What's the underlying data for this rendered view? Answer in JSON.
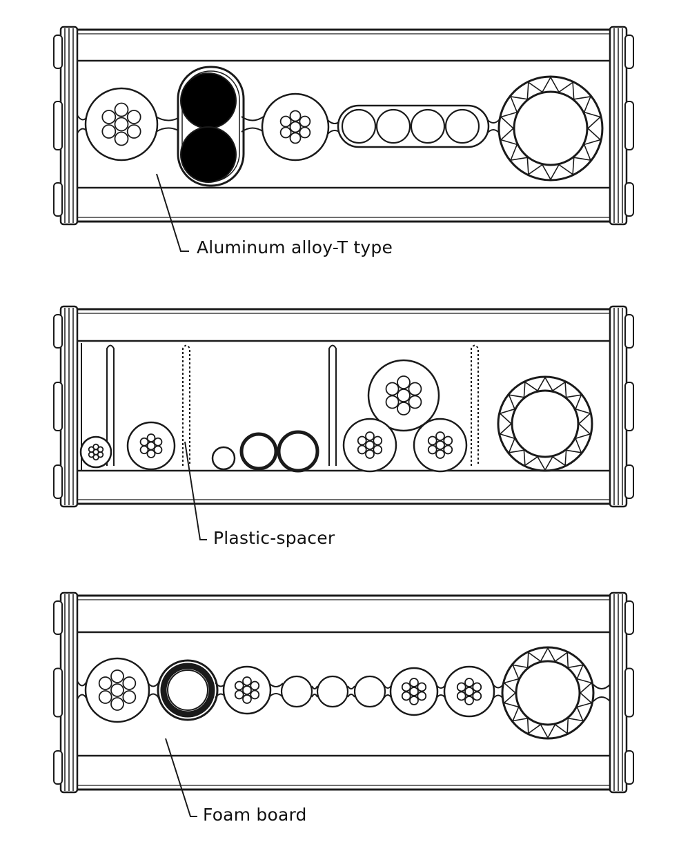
{
  "colors": {
    "ink": "#1a1a1a",
    "fill": "#ffffff",
    "solid": "#000000"
  },
  "panels": [
    {
      "id": "aluminum",
      "label": "Aluminum alloy-T type",
      "contents": [
        "multi-conductor-cable",
        "twin-black-cables",
        "multi-conductor-cable",
        "four-tube-strip",
        "hose"
      ]
    },
    {
      "id": "plastic",
      "label": "Plastic-spacer",
      "contents": [
        "small-cable",
        "multi-conductor-cable",
        "small-tube",
        "thick-tube",
        "thick-tube",
        "multi-conductor-cable",
        "multi-conductor-cable",
        "multi-conductor-cable",
        "hose"
      ]
    },
    {
      "id": "foam",
      "label": "Foam board",
      "contents": [
        "multi-conductor-cable",
        "thick-ring-hose",
        "multi-conductor-cable",
        "tube",
        "tube",
        "tube",
        "multi-conductor-cable",
        "multi-conductor-cable",
        "hose"
      ]
    }
  ]
}
